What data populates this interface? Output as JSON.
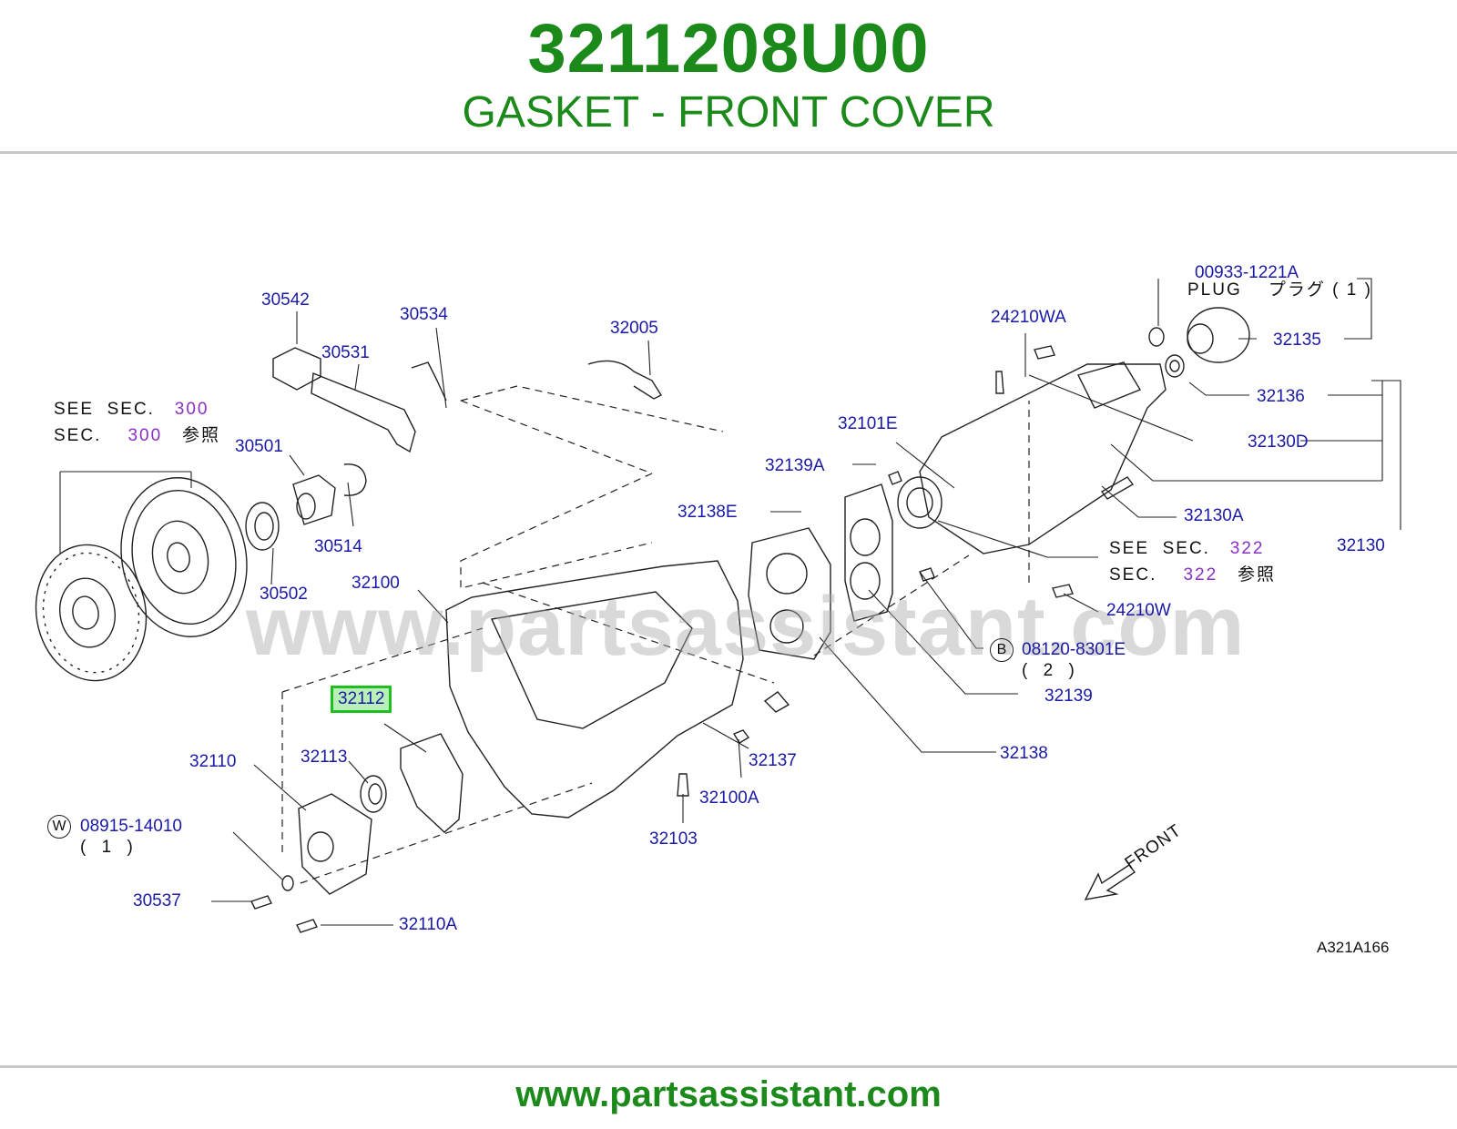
{
  "header": {
    "part_number": "3211208U00",
    "part_description": "GASKET - FRONT COVER"
  },
  "footer": {
    "url": "www.partsassistant.com"
  },
  "watermark": "www.partsassistant.com",
  "highlight": {
    "part": "32112",
    "color": "#1fbf1f"
  },
  "colors": {
    "brand_green": "#1b8a1b",
    "label_blue": "#1a1aa6",
    "section_purple": "#8a2fc4"
  },
  "diagram": {
    "code": "A321A166",
    "front_label": "FRONT",
    "see_sec_300": {
      "line1_a": "SEE",
      "line1_b": "SEC.",
      "line1_num": "300",
      "line2_a": "SEC.",
      "line2_num": "300",
      "line2_b": "参照"
    },
    "see_sec_322": {
      "line1_a": "SEE",
      "line1_b": "SEC.",
      "line1_num": "322",
      "line2_a": "SEC.",
      "line2_num": "322",
      "line2_b": "参照"
    },
    "plug": {
      "part": "00933-1221A",
      "name": "PLUG",
      "name_jp": "プラグ",
      "qty": "( 1 )"
    },
    "bolt_b": {
      "symbol": "B",
      "part": "08120-8301E",
      "qty": "( 2 )"
    },
    "bolt_w": {
      "symbol": "W",
      "part": "08915-14010",
      "qty": "( 1 )"
    },
    "labels": {
      "p30542": "30542",
      "p30534": "30534",
      "p30531": "30531",
      "p32005": "32005",
      "p30501": "30501",
      "p30514": "30514",
      "p30502": "30502",
      "p32100": "32100",
      "p32110": "32110",
      "p32113": "32113",
      "p30537": "30537",
      "p32110A": "32110A",
      "p32103": "32103",
      "p32100A": "32100A",
      "p32137": "32137",
      "p32138": "32138",
      "p32139": "32139",
      "p32138E": "32138E",
      "p32139A": "32139A",
      "p32101E": "32101E",
      "p24210WA": "24210WA",
      "p24210W": "24210W",
      "p32135": "32135",
      "p32136": "32136",
      "p32130D": "32130D",
      "p32130A": "32130A",
      "p32130": "32130"
    }
  }
}
